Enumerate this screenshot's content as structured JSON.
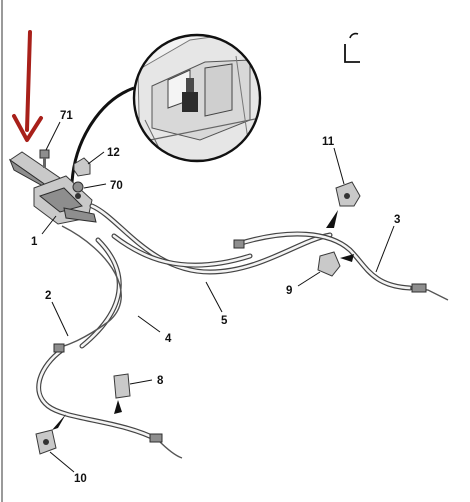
{
  "diagram": {
    "callouts": [
      "71",
      "12",
      "70",
      "1",
      "2",
      "4",
      "5",
      "11",
      "3",
      "9",
      "8",
      "10"
    ],
    "colors": {
      "arrow": "#a8201a",
      "line": "#222222",
      "part_fill": "#c9c9c9",
      "background": "#ffffff"
    },
    "icons": [
      "red-down-arrow-icon",
      "corner-bracket-icon"
    ]
  }
}
